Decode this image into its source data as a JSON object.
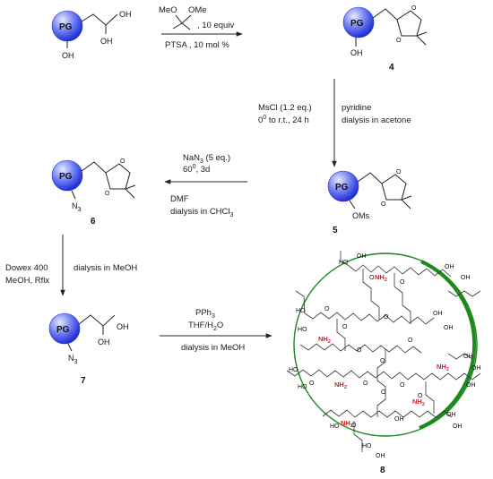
{
  "colors": {
    "bead_light": "#d6dcff",
    "bead_dark": "#1f2fd6",
    "amine": "#d0202a",
    "ring_green": "#1e8a1e"
  },
  "bead_label": "PG",
  "compounds": {
    "c4": "4",
    "c5": "5",
    "c6": "6",
    "c7": "7",
    "c8": "8"
  },
  "groups": {
    "oh": "OH",
    "oms": "OMs",
    "n3": "N",
    "n3_sub": "3",
    "meo": "MeO",
    "ome": "OMe",
    "nh2": "NH",
    "nh2_sub": "2"
  },
  "step1": {
    "reagent_top": ", 10 equiv",
    "reagent_bottom": "PTSA , 10 mol %"
  },
  "step2": {
    "left_line1": "MsCl (1.2 eq.)",
    "left_line2": "0",
    "left_line2_sup": "0",
    "left_line2_rest": " to r.t., 24 h",
    "right_line1": "pyridine",
    "right_line2": "dialysis in acetone"
  },
  "step3": {
    "top_line1_a": "NaN",
    "top_line1_sub": "3",
    "top_line1_b": " (5 eq.)",
    "top_line2_a": "60",
    "top_line2_sup": "0",
    "top_line2_b": ", 3d",
    "bottom_line1": "DMF",
    "bottom_line2": "dialysis in CHCl",
    "bottom_line2_sub": "3"
  },
  "step4": {
    "left_line1": "Dowex 400",
    "left_line2": "MeOH, Rflx",
    "right_line1": "dialysis in MeOH"
  },
  "step5": {
    "top_line1_a": "PPh",
    "top_line1_sub": "3",
    "top_line2_a": "THF/H",
    "top_line2_sub": "2",
    "top_line2_b": "O",
    "bottom_line1": "dialysis in MeOH"
  }
}
